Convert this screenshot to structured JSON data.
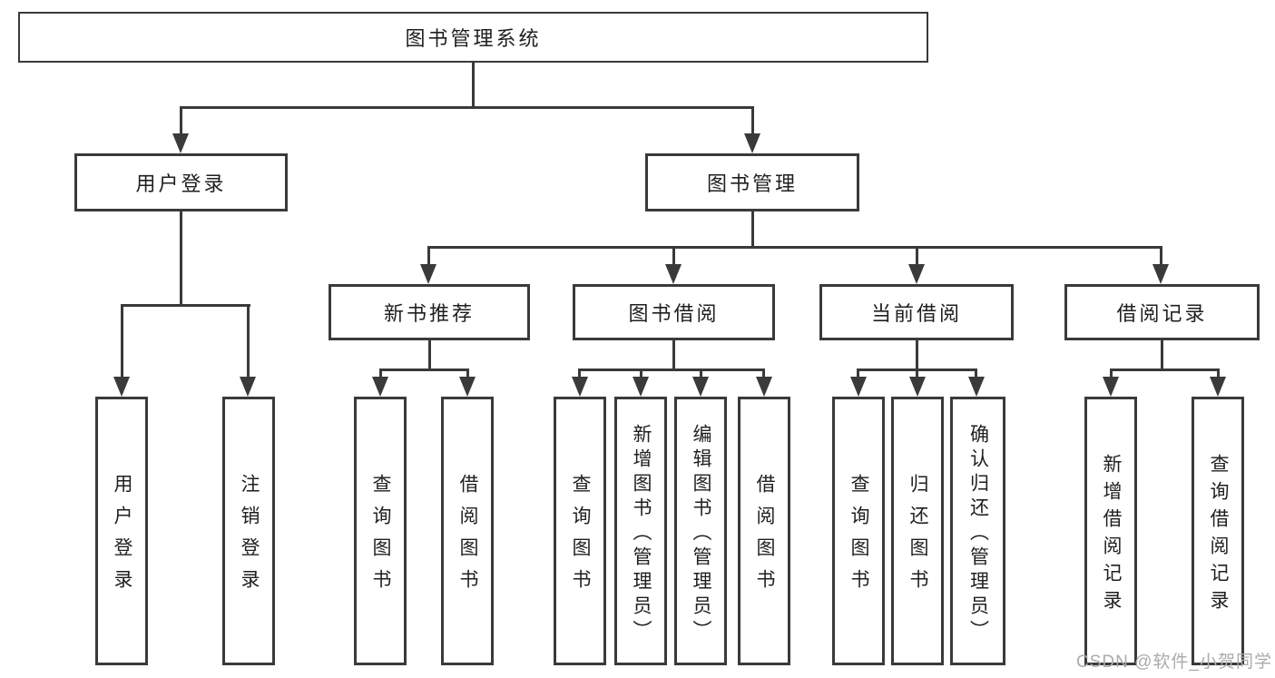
{
  "diagram": {
    "title": "图书管理系统",
    "root": "图书管理系统",
    "level2": [
      "用户登录",
      "图书管理"
    ],
    "level3": [
      "新书推荐",
      "图书借阅",
      "当前借阅",
      "借阅记录"
    ],
    "leaves": {
      "user_login": [
        "用户登录",
        "注销登录"
      ],
      "new_book_recommend": [
        "查询图书",
        "借阅图书"
      ],
      "book_borrowing": [
        "查询图书",
        "新增图书（管理员）",
        "编辑图书（管理员）",
        "借阅图书"
      ],
      "current_borrowing": [
        "查询图书",
        "归还图书",
        "确认归还（管理员）"
      ],
      "borrowing_records": [
        "新增借阅记录",
        "查询借阅记录"
      ]
    }
  },
  "watermark": "CSDN @软件_小贺同学",
  "colors": {
    "line": "#3a3a3a",
    "box_border": "#3a3a3a",
    "text": "#1f1f1f",
    "background": "#ffffff",
    "watermark": "#ababab"
  }
}
